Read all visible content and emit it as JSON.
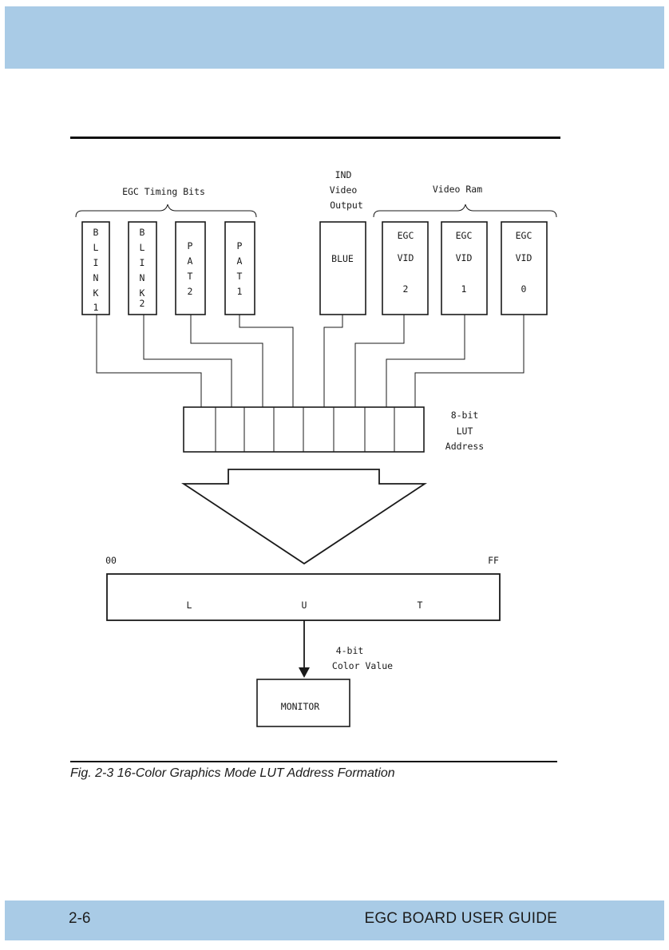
{
  "header_band_color": "#a9cbe6",
  "figure": {
    "timing_bits_label": "EGC Timing Bits",
    "ind_label": [
      "IND",
      "Video",
      "Output"
    ],
    "video_ram_label": "Video Ram",
    "blink1": [
      "B",
      "L",
      "I",
      "N",
      "K",
      "1"
    ],
    "blink2": [
      "B",
      "L",
      "I",
      "N",
      "K",
      "2"
    ],
    "pat2": [
      "P",
      "A",
      "T",
      "2"
    ],
    "pat1": [
      "P",
      "A",
      "T",
      "1"
    ],
    "blue": "BLUE",
    "egc_vid_2": [
      "EGC",
      "VID",
      "2"
    ],
    "egc_vid_1": [
      "EGC",
      "VID",
      "1"
    ],
    "egc_vid_0": [
      "EGC",
      "VID",
      "0"
    ],
    "lut_address_label": [
      "8-bit",
      "LUT",
      "Address"
    ],
    "lut_start": "00",
    "lut_end": "FF",
    "lut_letters": [
      "L",
      "U",
      "T"
    ],
    "color_value_label": [
      "4-bit",
      "Color Value"
    ],
    "monitor": "MONITOR"
  },
  "caption": "Fig. 2-3 16-Color Graphics Mode LUT Address Formation",
  "footer": {
    "page_number": "2-6",
    "title": "EGC BOARD USER GUIDE"
  }
}
